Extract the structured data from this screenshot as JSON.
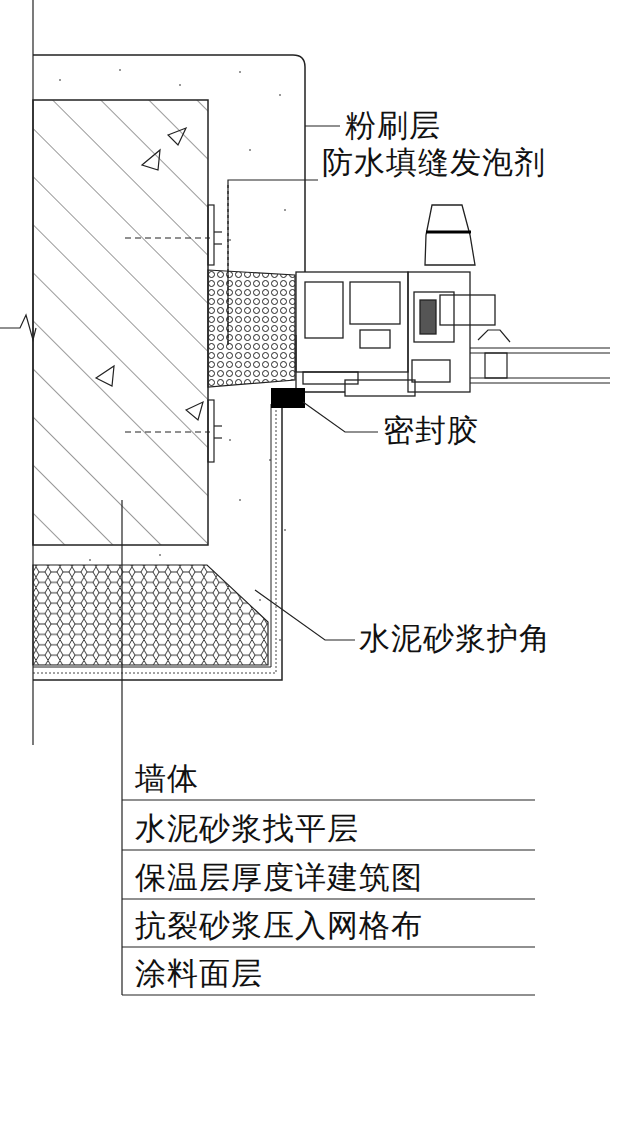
{
  "diagram": {
    "labels": [
      "粉刷层",
      "防水填缝发泡剂",
      "密封胶",
      "水泥砂浆护角",
      "墙体",
      "水泥砂浆找平层",
      "保温层厚度详建筑图",
      "抗裂砂浆压入网格布",
      "涂料面层"
    ]
  }
}
